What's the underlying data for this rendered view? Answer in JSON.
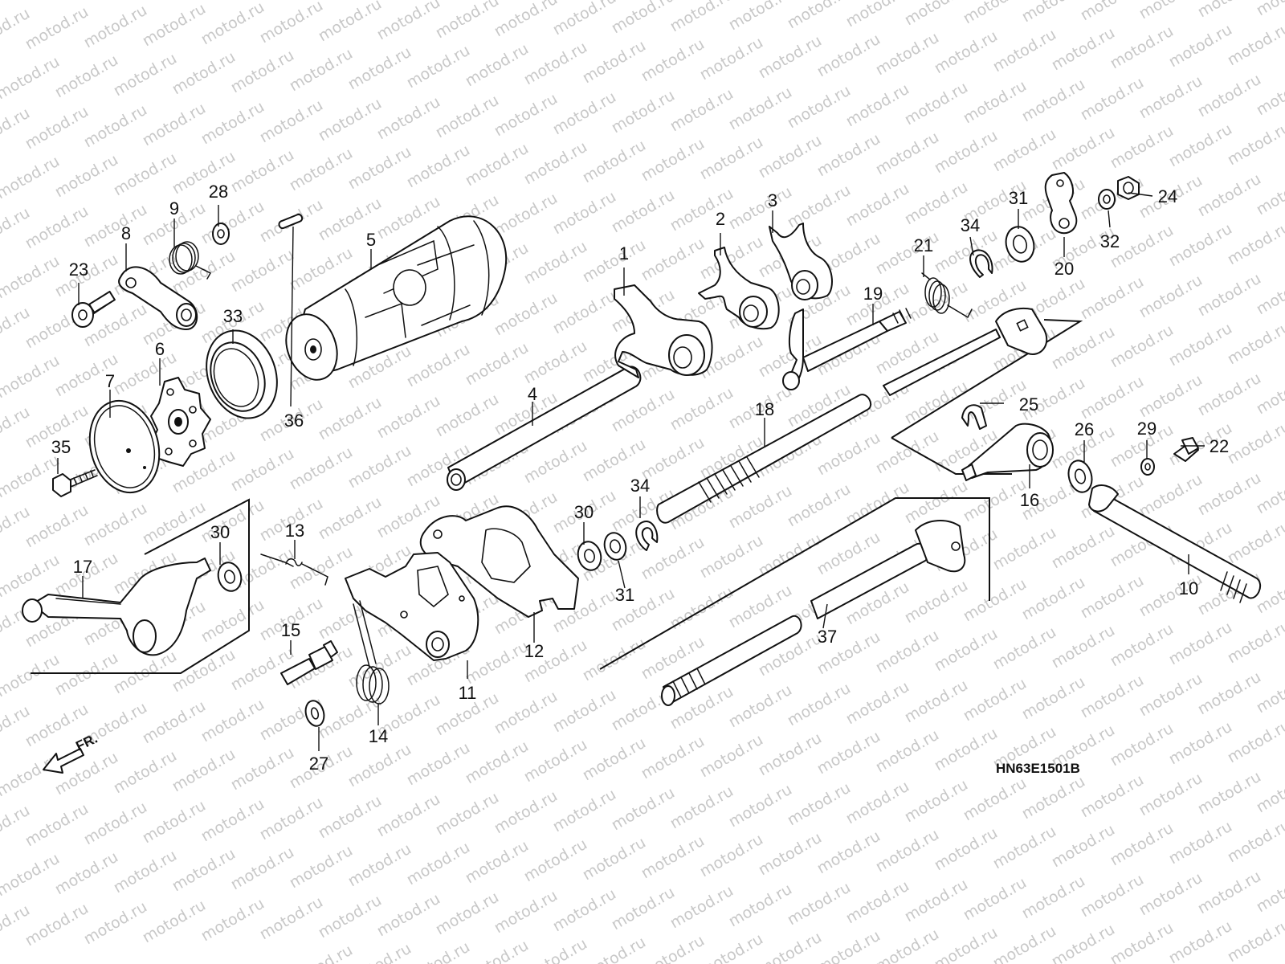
{
  "watermark": "motod.ru",
  "diagram_code": "HN63E1501B",
  "direction_label": "FR.",
  "callouts": [
    "1",
    "2",
    "3",
    "4",
    "5",
    "6",
    "7",
    "8",
    "9",
    "10",
    "11",
    "12",
    "13",
    "14",
    "15",
    "16",
    "17",
    "18",
    "19",
    "20",
    "21",
    "22",
    "23",
    "24",
    "25",
    "26",
    "27",
    "28",
    "29",
    "30",
    "30",
    "31",
    "31",
    "32",
    "33",
    "34",
    "34",
    "35",
    "36",
    "37"
  ],
  "colors": {
    "line": "#111111",
    "background": "#ffffff",
    "watermark": "#c8c8c8"
  }
}
